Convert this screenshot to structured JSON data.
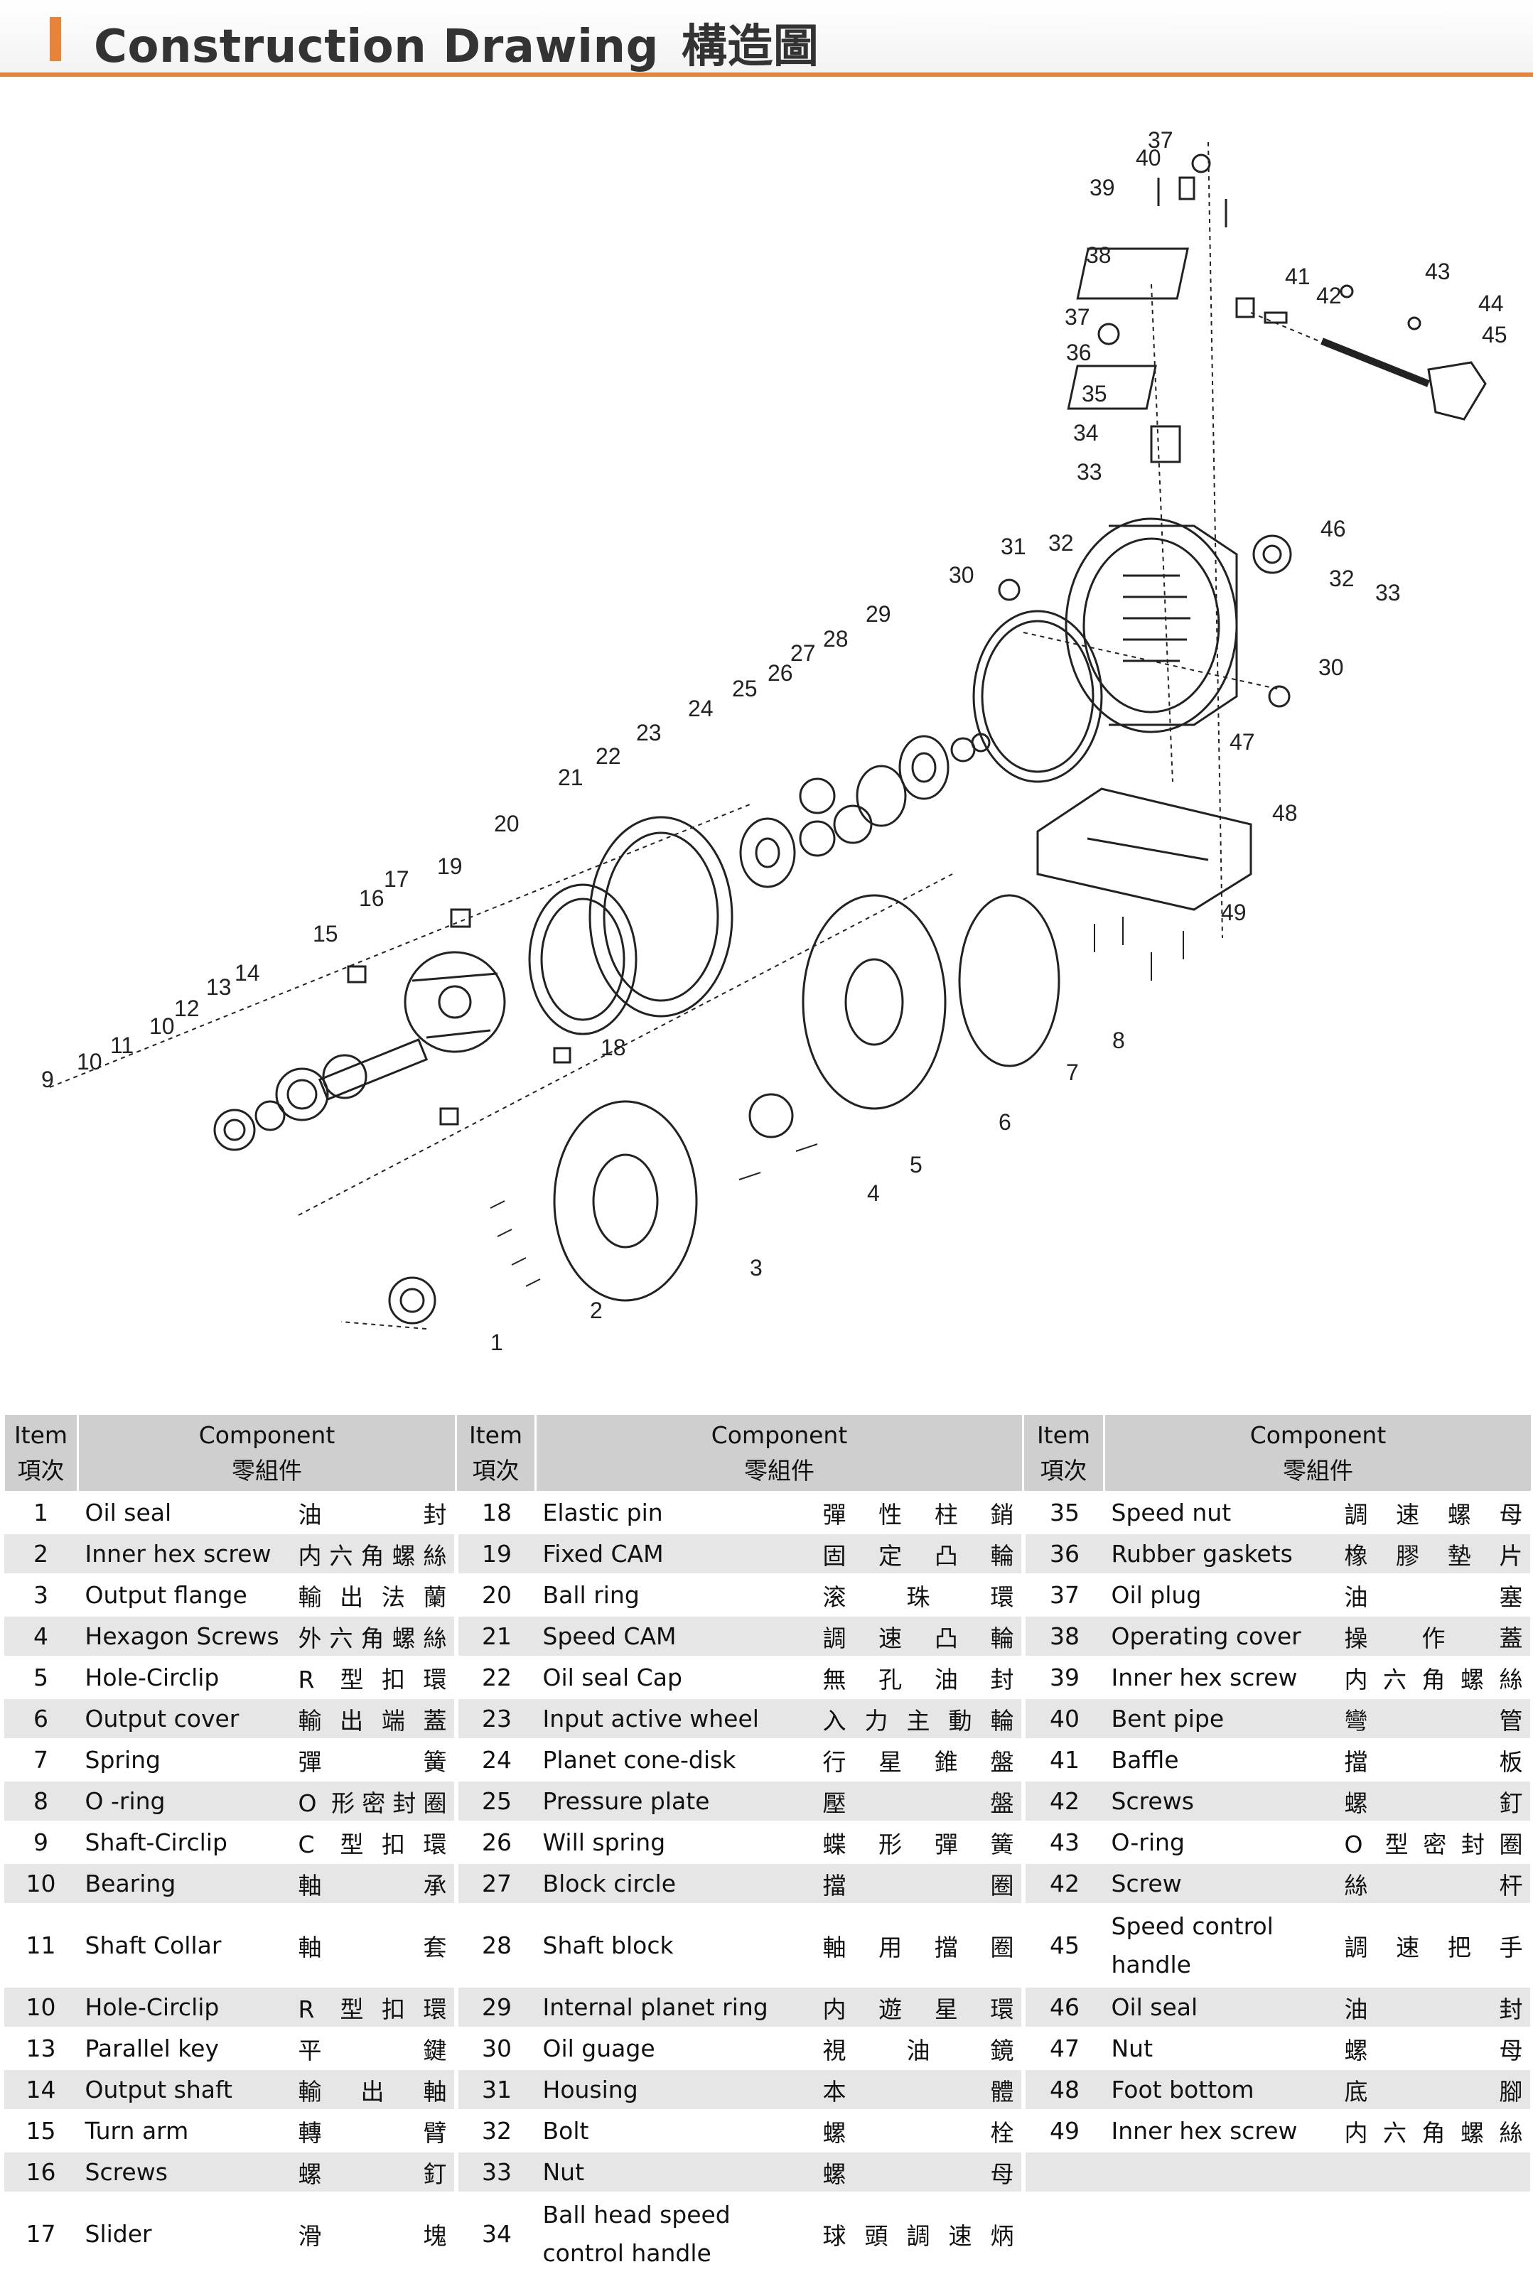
{
  "header": {
    "title_en": "Construction Drawing",
    "title_zh": "構造圖",
    "accent_color": "#e8833a"
  },
  "drawing": {
    "callouts": [
      "1",
      "2",
      "3",
      "4",
      "5",
      "6",
      "7",
      "8",
      "9",
      "10",
      "10",
      "11",
      "12",
      "13",
      "14",
      "15",
      "16",
      "17",
      "18",
      "19",
      "20",
      "21",
      "22",
      "23",
      "24",
      "25",
      "26",
      "27",
      "28",
      "29",
      "30",
      "30",
      "31",
      "32",
      "32",
      "33",
      "33",
      "34",
      "35",
      "36",
      "37",
      "37",
      "38",
      "39",
      "40",
      "41",
      "42",
      "43",
      "44",
      "45",
      "46",
      "47",
      "48",
      "49"
    ]
  },
  "table": {
    "headers": {
      "item_en": "Item",
      "item_zh": "項次",
      "component_en": "Component",
      "component_zh": "零組件"
    },
    "rows": [
      [
        [
          "1",
          "Oil seal",
          "油　　封"
        ],
        [
          "18",
          "Elastic pin",
          "彈性柱銷"
        ],
        [
          "35",
          "Speed nut",
          "調速螺母"
        ]
      ],
      [
        [
          "2",
          "Inner hex screw",
          "内六角螺絲"
        ],
        [
          "19",
          "Fixed CAM",
          "固定凸輪"
        ],
        [
          "36",
          "Rubber gaskets",
          "橡膠墊片"
        ]
      ],
      [
        [
          "3",
          "Output flange",
          "輸出法蘭"
        ],
        [
          "20",
          "Ball ring",
          "滚　珠　環"
        ],
        [
          "37",
          "Oil plug",
          "油　　塞"
        ]
      ],
      [
        [
          "4",
          "Hexagon Screws",
          "外六角螺絲"
        ],
        [
          "21",
          "Speed CAM",
          "調速凸輪"
        ],
        [
          "38",
          "Operating cover",
          "操　作　蓋"
        ]
      ],
      [
        [
          "5",
          "Hole-Circlip",
          "R 型扣環"
        ],
        [
          "22",
          "Oil seal Cap",
          "無孔油封"
        ],
        [
          "39",
          "Inner hex screw",
          "内六角螺絲"
        ]
      ],
      [
        [
          "6",
          "Output cover",
          "輸出端蓋"
        ],
        [
          "23",
          "Input active wheel",
          "入力主動輪"
        ],
        [
          "40",
          "Bent pipe",
          "彎　　管"
        ]
      ],
      [
        [
          "7",
          "Spring",
          "彈　　簧"
        ],
        [
          "24",
          "Planet cone-disk",
          "行星錐盤"
        ],
        [
          "41",
          "Baffle",
          "擋　　板"
        ]
      ],
      [
        [
          "8",
          "O -ring",
          "O 形密封圈"
        ],
        [
          "25",
          "Pressure plate",
          "壓　　盤"
        ],
        [
          "42",
          "Screws",
          "螺　　釘"
        ]
      ],
      [
        [
          "9",
          "Shaft-Circlip",
          "C 型扣環"
        ],
        [
          "26",
          "Will spring",
          "蝶形彈簧"
        ],
        [
          "43",
          "O-ring",
          "O 型密封圈"
        ]
      ],
      [
        [
          "10",
          "Bearing",
          "軸　　承"
        ],
        [
          "27",
          "Block circle",
          "擋　　圈"
        ],
        [
          "42",
          "Screw",
          "絲　　杆"
        ]
      ],
      [
        [
          "11",
          "Shaft Collar",
          "軸　　套"
        ],
        [
          "28",
          "Shaft block",
          "軸用擋圈"
        ],
        [
          "45",
          "Speed control handle",
          "調速把手"
        ]
      ],
      [
        [
          "10",
          "Hole-Circlip",
          "R 型扣環"
        ],
        [
          "29",
          "Internal planet ring",
          "内遊星環"
        ],
        [
          "46",
          "Oil seal",
          "油　　封"
        ]
      ],
      [
        [
          "13",
          "Parallel key",
          "平　　鍵"
        ],
        [
          "30",
          "Oil guage",
          "視　油　鏡"
        ],
        [
          "47",
          "Nut",
          "螺　　母"
        ]
      ],
      [
        [
          "14",
          "Output shaft",
          "輸　出　軸"
        ],
        [
          "31",
          "Housing",
          "本　　體"
        ],
        [
          "48",
          "Foot bottom",
          "底　　腳"
        ]
      ],
      [
        [
          "15",
          "Turn arm",
          "轉　　臂"
        ],
        [
          "32",
          "Bolt",
          "螺　　栓"
        ],
        [
          "49",
          "Inner hex screw",
          "内六角螺絲"
        ]
      ],
      [
        [
          "16",
          "Screws",
          "螺　　釘"
        ],
        [
          "33",
          "Nut",
          "螺　　母"
        ],
        [
          "",
          "",
          " "
        ]
      ],
      [
        [
          "17",
          "Slider",
          "滑　　塊"
        ],
        [
          "34",
          "Ball head speed control handle",
          "球頭調速炳"
        ],
        [
          "",
          "",
          " "
        ]
      ]
    ]
  }
}
